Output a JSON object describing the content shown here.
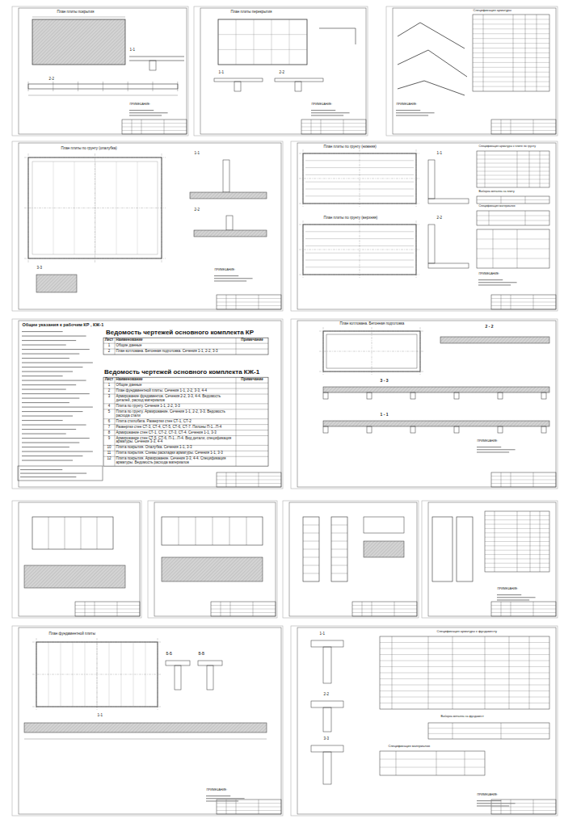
{
  "diagram": {
    "nodes": [
      {
        "text": [
          "Ведомость чертежей основного комплекта КР"
        ]
      },
      {
        "text": [
          "Ведомость чертежей основного комплекта КЖ-1"
        ]
      }
    ],
    "labels": [
      "План плиты покрытия",
      "1-1",
      "2-2",
      "ПРИМЕЧАНИЕ:",
      "План плиты перекрытия",
      "1-1",
      "2-2",
      "ПРИМЕЧАНИЕ:",
      "Спецификация арматуры",
      "ПРИМЕЧАНИЕ:",
      "План плиты по грунту (опалубка)",
      "1-1",
      "2-2",
      "3-3",
      "ПРИМЕЧАНИЕ:",
      "План плиты по грунту (нижняя)",
      "План плиты по грунту (верхняя)",
      "1-1",
      "2-2",
      "Спецификация арматуры к плите по грунту",
      "Выборка металла на плиту",
      "Спецификация материалов",
      "ПРИМЕЧАНИЕ:",
      "Общие указания к рабочим КР , КЖ-1",
      "План котлована. Бетонная подготовка",
      "2 - 2",
      "3 - 3",
      "1 - 1",
      "ПРИМЕЧАНИЕ:",
      "ПРИМЕЧАНИЕ:",
      "План фундаментной плиты",
      "Б-Б",
      "В-В",
      "1-1",
      "ПРИМЕЧАНИЕ:",
      "1-1",
      "2-2",
      "3-3",
      "Спецификация арматуры к фундаменту",
      "Выборка металла на фундамент",
      "Спецификация материалов",
      "ПРИМЕЧАНИЕ:",
      "Лист",
      "Наименование",
      "Примечание",
      "1",
      "Общие данные",
      "2",
      "План котлована. Бетонная подготовка. Сечения 1-1, 2-2, 3-3",
      "Лист",
      "Наименование",
      "Примечание",
      "1",
      "Общие данные",
      "2",
      "План фундаментной плиты. Сечения 1-1, 2-2, 3-3, 4-4",
      "3",
      "Армирование фундаментов. Сечения 2-2, 3-3, 4-4. Ведомость деталей, расход материалов",
      "4",
      "Плита по грунту. Сечения 1-1, 2-2, 3-3",
      "5",
      "Плита по грунту. Армирование. Сечения 1-1, 2-2, 3-3. Ведомость расхода стали",
      "6",
      "Плита стилобата. Развертки стен СТ-1, СТ-2",
      "7",
      "Развертки стен СТ-3, СТ-4, СТ-5, СТ-6, СТ-7. Пилоны П-1...П-4",
      "8",
      "Армирование стен СТ-1, СТ-2, СТ-3, СТ-4. Сечения 1-1, 3-3",
      "9",
      "Армирование стен СТ-5, СТ-6, П-1...П-4. Вид детали, спецификация арматуры. Сечения 3-3, 4-4",
      "10",
      "Плита покрытия. Опалубка. Сечения 1-1, 3-3",
      "11",
      "Плита покрытия. Схемы раскладки арматуры. Сечения 1-1, 3-3",
      "12",
      "Плита покрытия. Армирование. Сечения 3-3, 4-4. Спецификация арматуры. Ведомость расхода материалов"
    ]
  }
}
